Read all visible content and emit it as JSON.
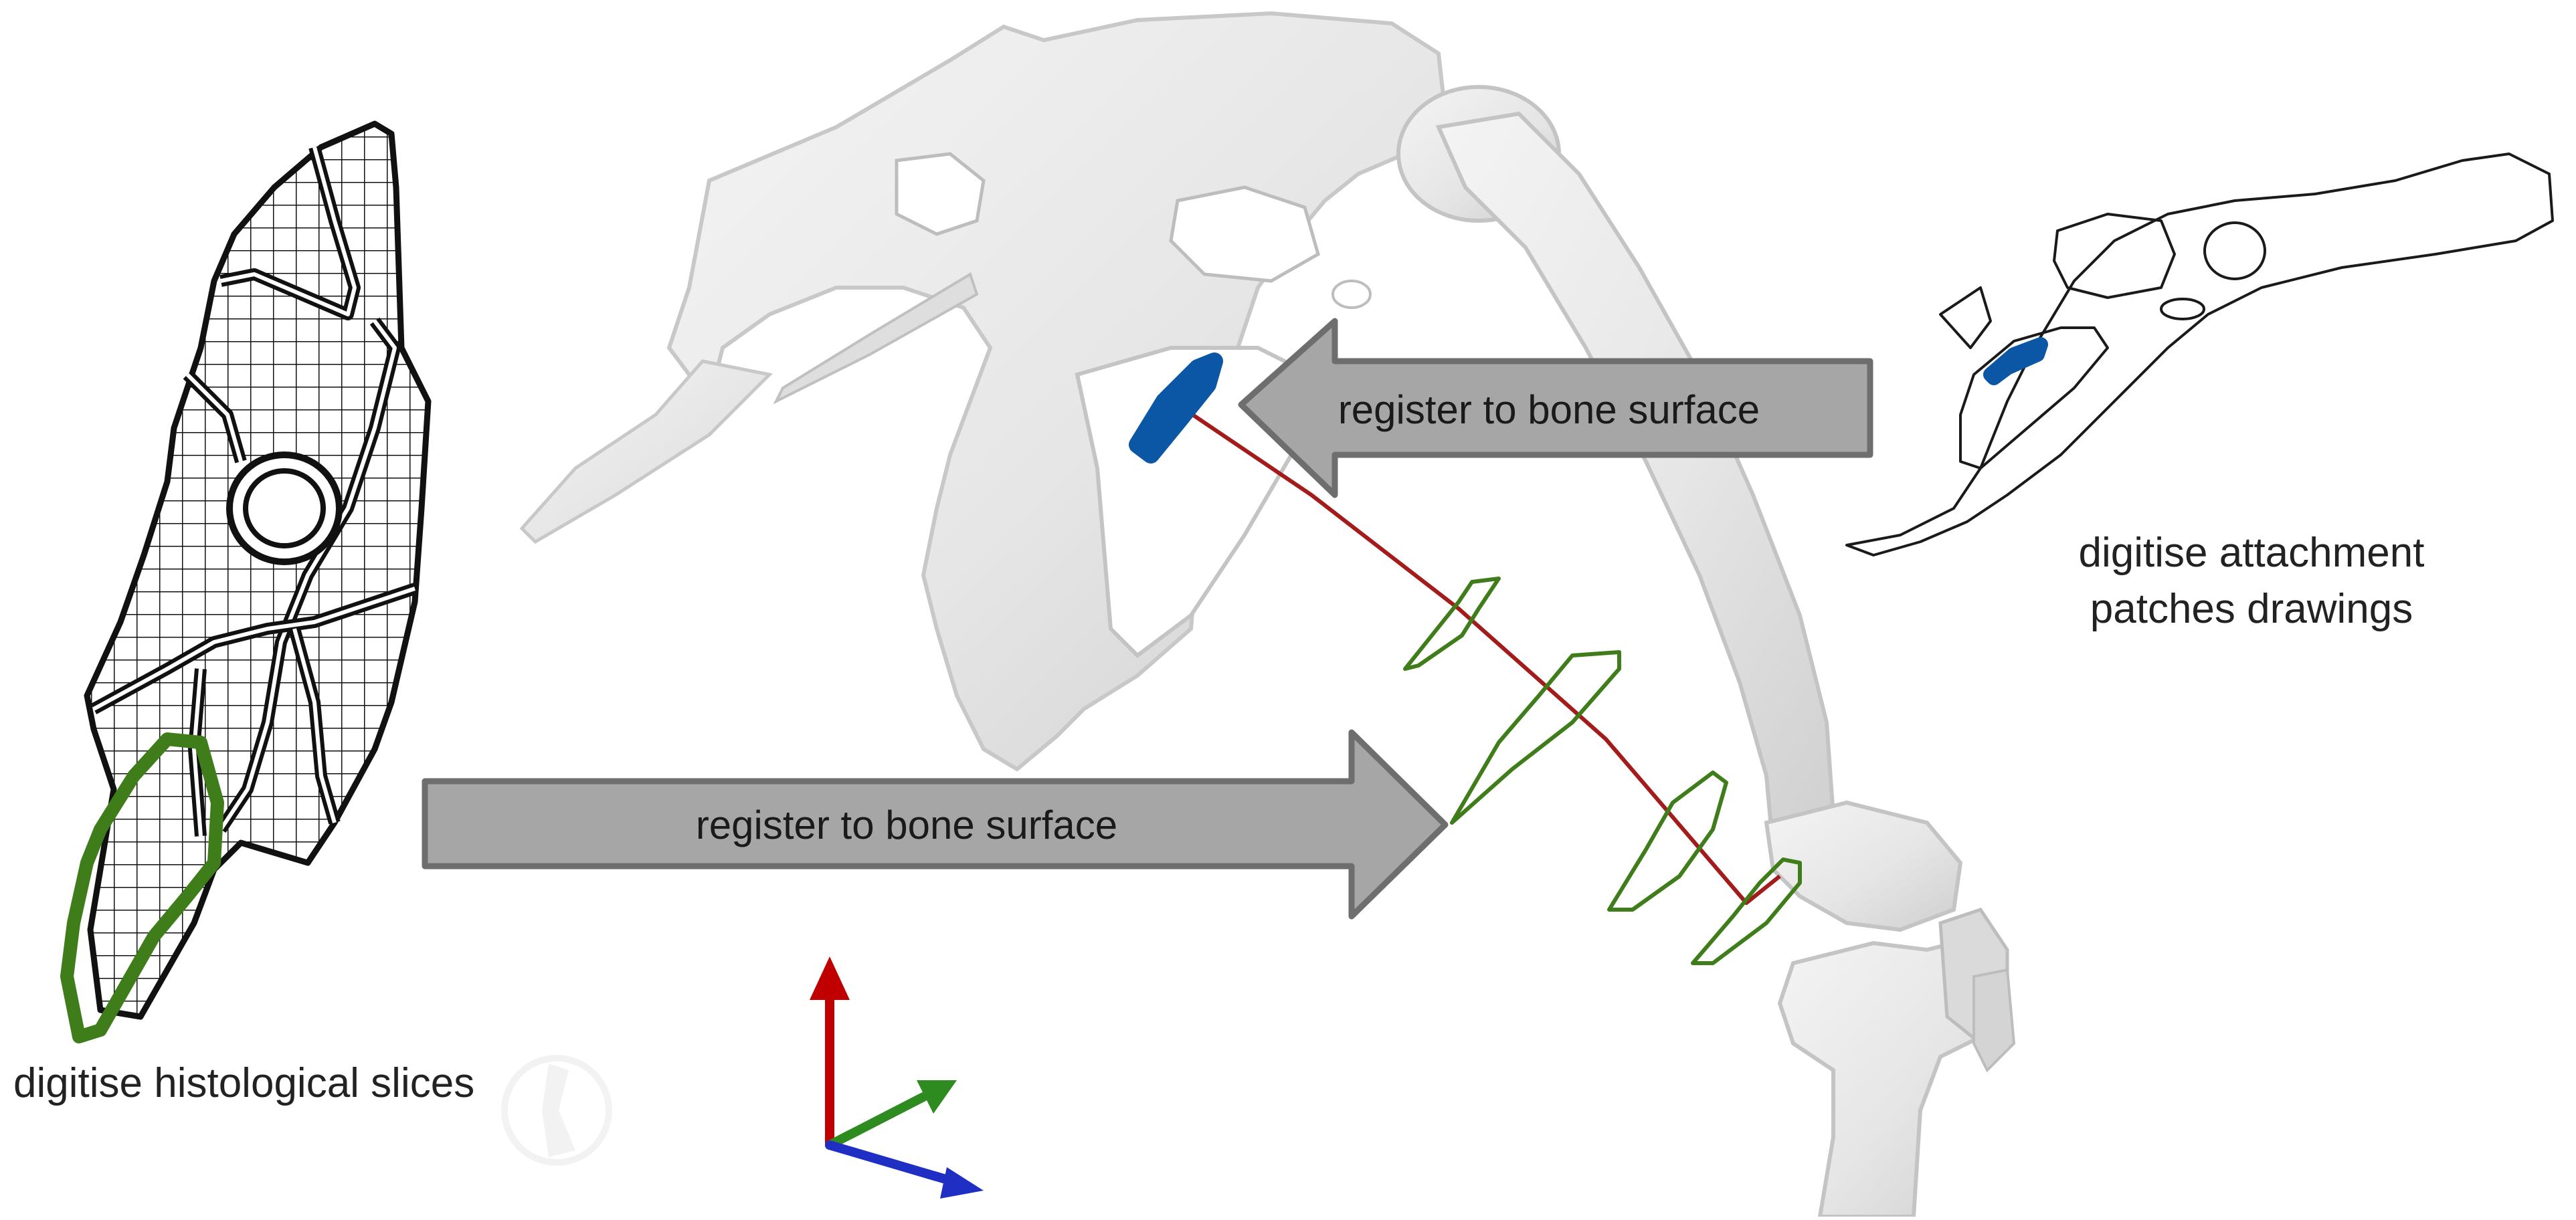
{
  "labels": {
    "histology": "digitise histological slices",
    "drawings_line1": "digitise attachment",
    "drawings_line2": "patches drawings"
  },
  "arrows": {
    "upper": "register to bone surface",
    "lower": "register to bone surface"
  },
  "colors": {
    "bone": "#ebebeb",
    "bone_shadow": "#c9c9c9",
    "arrow_fill": "#a6a6a6",
    "arrow_stroke": "#6e6e6e",
    "patch_blue": "#0b56a5",
    "muscle_line": "#a31b1b",
    "slice_green": "#3f7d1a",
    "axis_red": "#c00000",
    "axis_green": "#2e8b1f",
    "axis_blue": "#1f2fc4"
  },
  "icons": {
    "axes": "xyz-axes-icon",
    "watermark": "watermark-logo"
  }
}
